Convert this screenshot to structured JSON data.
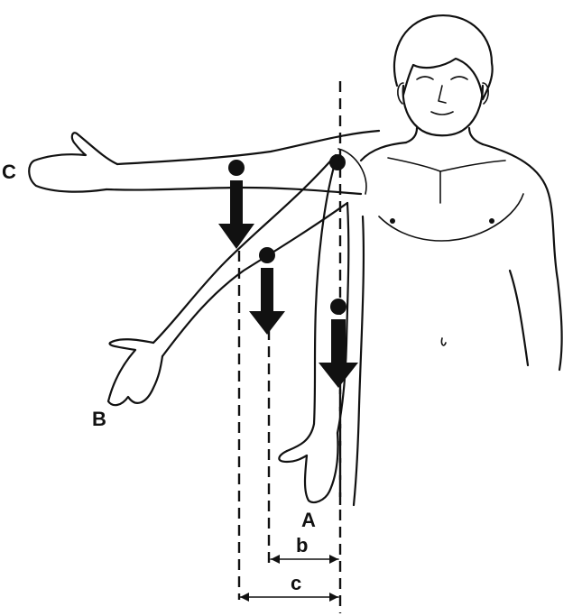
{
  "labels": {
    "position_a": "A",
    "position_b": "B",
    "position_c": "C",
    "distance_b": "b",
    "distance_c": "c"
  }
}
